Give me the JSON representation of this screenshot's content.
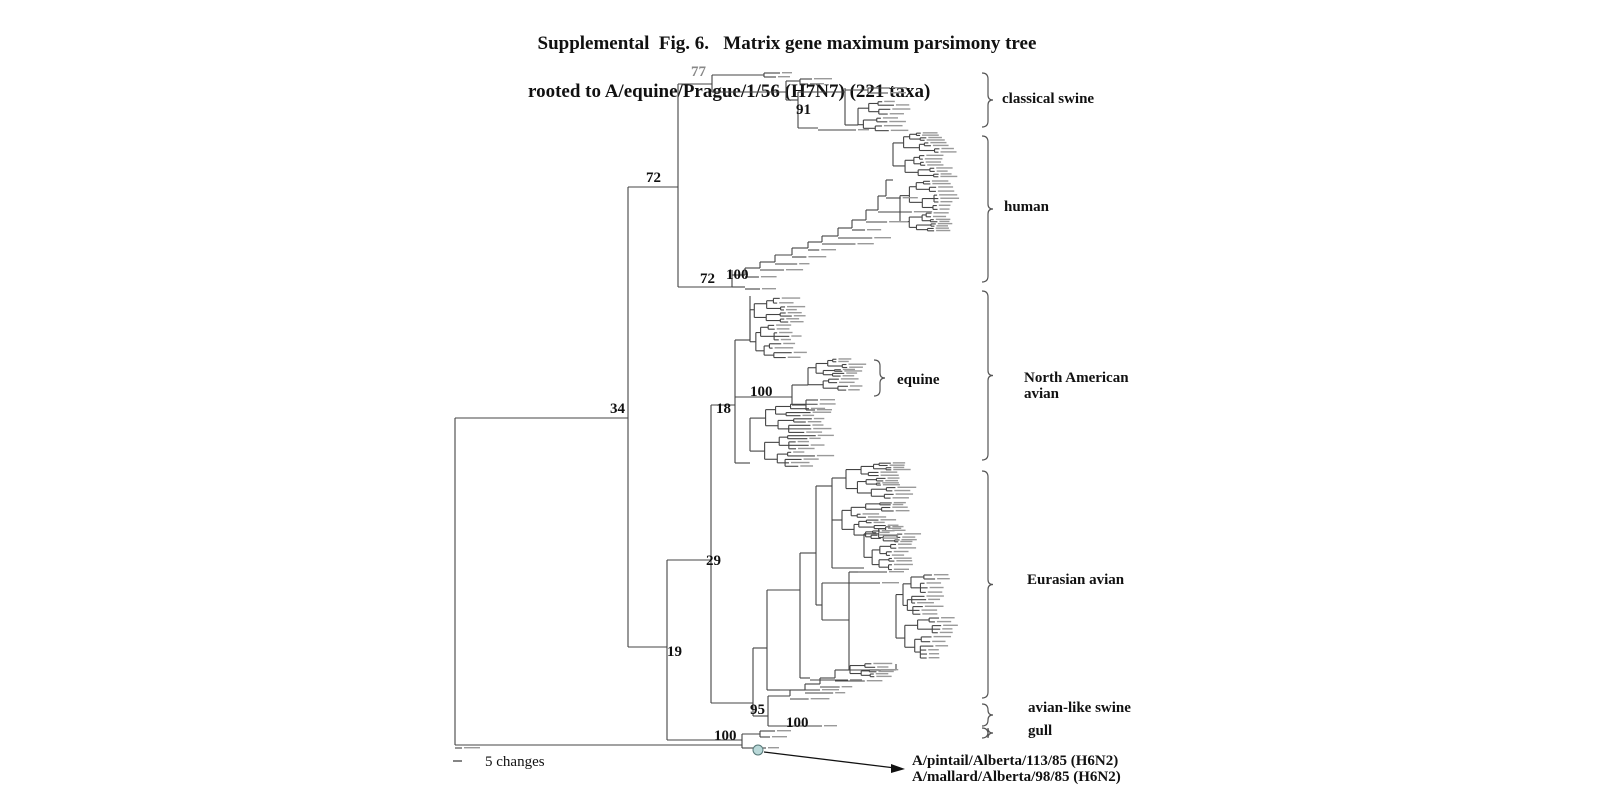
{
  "figure": {
    "title_line1": "Supplemental  Fig. 6.   Matrix gene maximum parsimony tree",
    "title_line2": "rooted to A/equine/Prague/1/56 (H7N7) (221 taxa)",
    "taxa_count": 221,
    "root": "A/equine/Prague/1/56 (H7N7)"
  },
  "bootstrap": {
    "n77": "77",
    "n91": "91",
    "n72a": "72",
    "n72b": "72",
    "n100_human": "100",
    "n34": "34",
    "n18": "18",
    "n100_equine": "100",
    "n29": "29",
    "n19": "19",
    "n95": "95",
    "n100_avswine": "100",
    "n100_gull": "100"
  },
  "clades": {
    "classical_swine": "classical swine",
    "human": "human",
    "equine": "equine",
    "north_american_avian_1": "North American",
    "north_american_avian_2": "avian",
    "eurasian_avian": "Eurasian avian",
    "avian_like_swine": "avian-like swine",
    "gull": "gull"
  },
  "scale": {
    "label": "5 changes",
    "changes": 5
  },
  "callout": {
    "line1": "A/pintail/Alberta/113/85 (H6N2)",
    "line2": "A/mallard/Alberta/98/85 (H6N2)"
  },
  "colors": {
    "branch": "#444444",
    "bracket": "#555555",
    "highlight_fill": "#b9d8d8",
    "highlight_stroke": "#557777"
  }
}
